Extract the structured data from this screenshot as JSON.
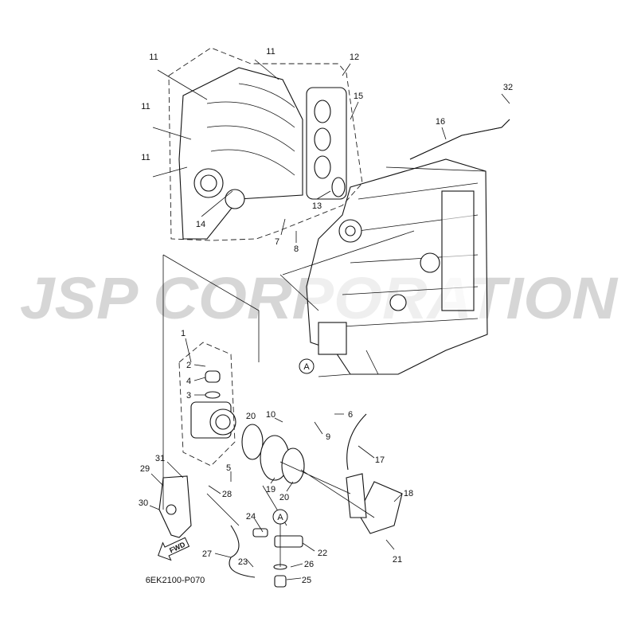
{
  "diagram": {
    "code": "6EK2100-P070",
    "watermark": "JSP CORPORATION",
    "fwd_label": "FWD",
    "ref_marker": "A",
    "callouts": [
      "11",
      "11",
      "12",
      "15",
      "32",
      "16",
      "11",
      "11",
      "14",
      "13",
      "7",
      "8",
      "1",
      "2",
      "4",
      "3",
      "20",
      "10",
      "6",
      "9",
      "17",
      "31",
      "5",
      "29",
      "28",
      "19",
      "20",
      "18",
      "30",
      "24",
      "22",
      "27",
      "23",
      "26",
      "21",
      "25"
    ]
  }
}
